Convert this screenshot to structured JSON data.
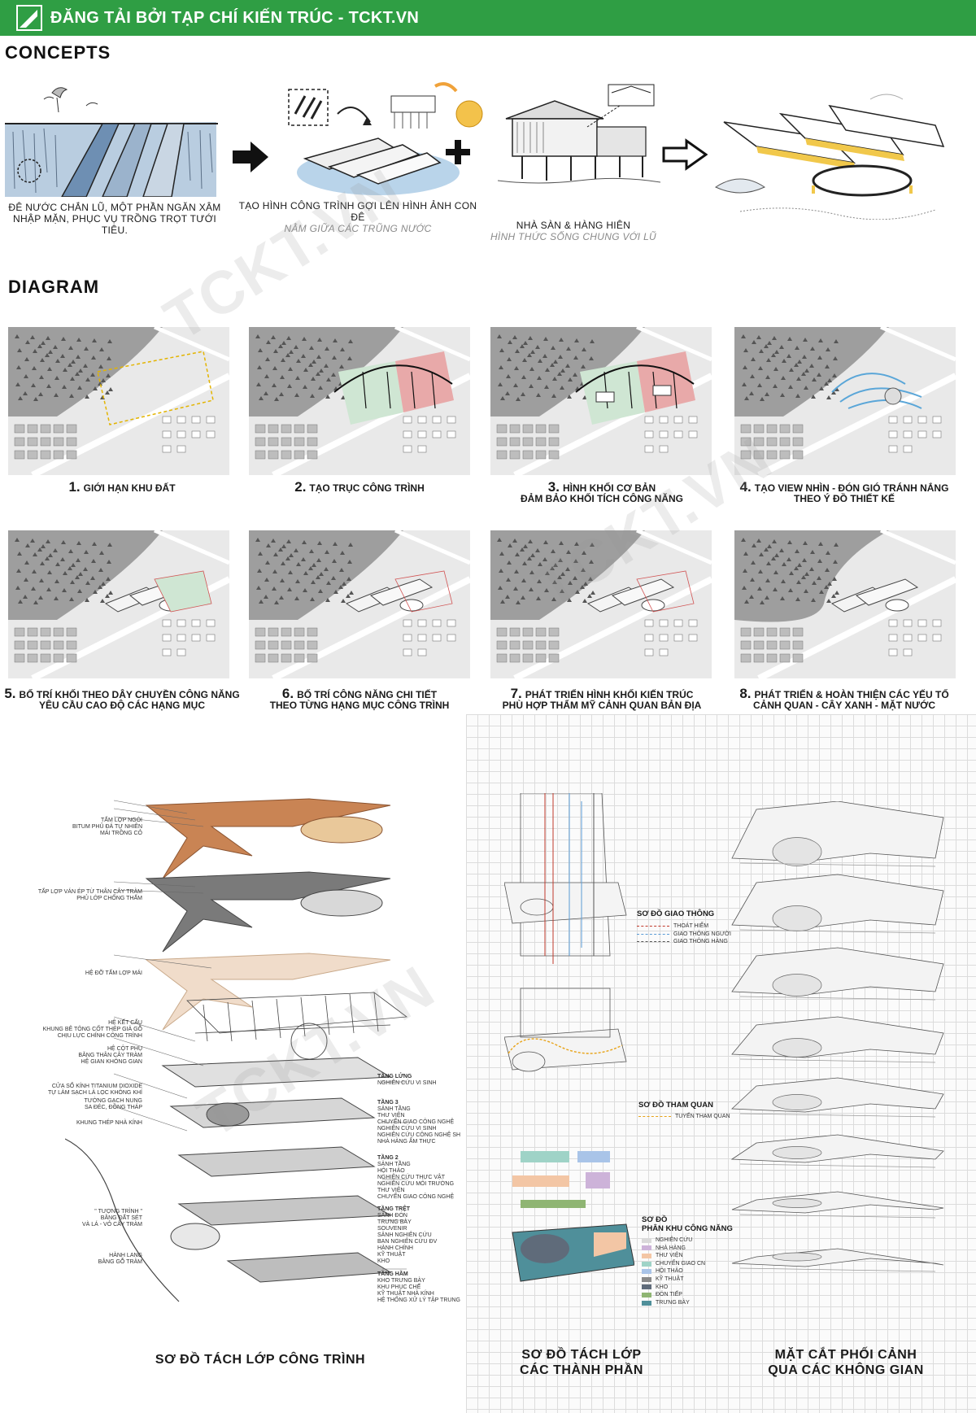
{
  "banner": {
    "title": "ĐĂNG TẢI BỞI TẠP CHÍ KIẾN TRÚC - TCKT.VN",
    "color": "#2f9e44"
  },
  "watermark": "TCKT.VN",
  "concepts": {
    "title": "CONCEPTS",
    "items": [
      {
        "text": "ĐÊ NƯỚC CHẮN LŨ, MỘT PHẦN NGĂN XÂM NHẬP MẶN, PHỤC VỤ TRỒNG TRỌT TƯỚI TIÊU.",
        "sub": ""
      },
      {
        "text": "TẠO HÌNH CÔNG TRÌNH GỢI LÊN HÌNH ẢNH CON ĐÊ",
        "sub": "NẰM GIỮA CÁC TRŨNG NƯỚC"
      },
      {
        "text": "NHÀ SÀN & HÀNG HIÊN",
        "sub": "HÌNH THỨC SỐNG CHUNG VỚI LŨ"
      }
    ]
  },
  "diagram": {
    "title": "DIAGRAM",
    "steps": [
      {
        "num": "1.",
        "line1": "GIỚI HẠN KHU ĐẤT",
        "line2": ""
      },
      {
        "num": "2.",
        "line1": "TẠO TRỤC CÔNG TRÌNH",
        "line2": ""
      },
      {
        "num": "3.",
        "line1": "HÌNH KHỐI CƠ BẢN",
        "line2": "ĐẢM BẢO KHỐI TÍCH CÔNG NĂNG"
      },
      {
        "num": "4.",
        "line1": "TẠO VIEW NHÌN - ĐÓN GIÓ TRÁNH NẮNG",
        "line2": "THEO Ý ĐỒ THIẾT KẾ"
      },
      {
        "num": "5.",
        "line1": "BỐ TRÍ KHỐI THEO DÂY CHUYỀN CÔNG NĂNG",
        "line2": "YÊU CẦU CAO ĐỘ CÁC HẠNG MỤC"
      },
      {
        "num": "6.",
        "line1": "BỐ TRÍ CÔNG NĂNG CHI TIẾT",
        "line2": "THEO TỪNG HẠNG MỤC CÔNG TRÌNH"
      },
      {
        "num": "7.",
        "line1": "PHÁT TRIỂN HÌNH KHỐI KIẾN TRÚC",
        "line2": "PHÙ HỢP THẨM MỸ CẢNH QUAN BẢN ĐỊA"
      },
      {
        "num": "8.",
        "line1": "PHÁT TRIỂN & HOÀN THIỆN CÁC YẾU TỐ",
        "line2": "CẢNH QUAN - CÂY XANH - MẶT NƯỚC"
      }
    ]
  },
  "layers": {
    "title": "SƠ ĐỒ TÁCH LỚP CÔNG TRÌNH",
    "left_labels": [
      "TẤM LỢP NGÓI",
      "BITUM PHỦ ĐÁ TỰ NHIÊN",
      "MÁI TRỒNG CỎ",
      "TẤP LỢP VÁN ÉP TỪ THÂN CÂY TRÀM",
      "PHỦ LỚP CHỐNG THẤM",
      "HỆ ĐỠ TẤM LỢP MÁI",
      "HỆ KẾT CẤU",
      "KHUNG BÊ TÔNG CỐT THÉP GIẢ GỖ",
      "CHỊU LỰC CHÍNH CÔNG TRÌNH",
      "HỆ CỘT PHỤ",
      "BẰNG THÂN CÂY TRÀM",
      "HỆ GIAN KHÔNG GIAN",
      "CỬA SỔ KÍNH TITANIUM DIOXIDE",
      "TỰ LÀM SẠCH LÀ LỌC KHÔNG KHÍ",
      "TƯỜNG GẠCH NUNG",
      "SA ĐÉC, ĐỒNG THÁP",
      "KHUNG THÉP NHÀ KÍNH",
      "\" TƯỢNG TRÌNH \"",
      "BẰNG ĐẤT SÉT",
      "VÀ LÁ - VỎ CÂY TRÀM",
      "HÀNH LANG",
      "BẰNG GỖ TRÀM"
    ],
    "floors": [
      {
        "name": "TẦNG LỬNG",
        "items": [
          "NGHIÊN CỨU VI SINH"
        ]
      },
      {
        "name": "TẦNG 3",
        "items": [
          "SẢNH TẦNG",
          "THƯ VIỆN",
          "CHUYỂN GIAO CÔNG NGHỆ",
          "NGHIÊN CỨU VI SINH",
          "NGHIÊN CỨU CÔNG NGHỆ SH",
          "NHÀ HÀNG ẨM THỰC"
        ]
      },
      {
        "name": "TẦNG 2",
        "items": [
          "SẢNH TẦNG",
          "HỘI THẢO",
          "NGHIÊN CỨU THỰC VẬT",
          "NGHIÊN CỨU MÔI TRƯỜNG",
          "THƯ VIỆN",
          "CHUYỂN GIAO CÔNG NGHỆ"
        ]
      },
      {
        "name": "TẦNG TRỆT",
        "items": [
          "SẢNH ĐÓN",
          "TRƯNG BÀY",
          "SOUVENIR",
          "SẢNH NGHIÊN CỨU",
          "BAN NGHIÊN CỨU ĐV",
          "HÀNH CHÍNH",
          "KỸ THUẬT",
          "KHO"
        ]
      },
      {
        "name": "TẦNG HẦM",
        "items": [
          "KHO TRƯNG BÀY",
          "KHU PHỤC CHẾ",
          "KỸ THUẬT NHÀ KÍNH",
          "HỆ THỐNG XỬ LÝ TẬP TRUNG"
        ]
      }
    ]
  },
  "components": {
    "title_line1": "SƠ ĐỒ TÁCH LỚP",
    "title_line2": "CÁC THÀNH PHẦN",
    "traffic": {
      "title": "SƠ ĐỒ GIAO THÔNG",
      "items": [
        {
          "label": "THOÁT HIỂM",
          "color": "#c0392b"
        },
        {
          "label": "GIAO THÔNG NGƯỜI",
          "color": "#5a9bd5"
        },
        {
          "label": "GIAO THÔNG HÀNG",
          "color": "#555555"
        }
      ]
    },
    "tour": {
      "title": "SƠ ĐỒ THAM QUAN",
      "items": [
        {
          "label": "TUYẾN THAM QUAN",
          "color": "#e8a317"
        }
      ]
    },
    "zones": {
      "title_line1": "SƠ ĐỒ",
      "title_line2": "PHÂN KHU CÔNG NĂNG",
      "items": [
        {
          "label": "NGHIÊN CỨU",
          "color": "#d9d9d9"
        },
        {
          "label": "NHÀ HÀNG",
          "color": "#cdb3d9"
        },
        {
          "label": "THƯ VIỆN",
          "color": "#f3c6a5"
        },
        {
          "label": "CHUYỂN GIAO CN",
          "color": "#9fd3c7"
        },
        {
          "label": "HỘI THẢO",
          "color": "#a9c4e8"
        },
        {
          "label": "KỸ THUẬT",
          "color": "#8a8a8a"
        },
        {
          "label": "KHO",
          "color": "#5f6b7a"
        },
        {
          "label": "ĐÓN TIẾP",
          "color": "#8fb573"
        },
        {
          "label": "TRƯNG BÀY",
          "color": "#4f8f9a"
        }
      ]
    }
  },
  "sections": {
    "title_line1": "MẶT CẮT PHỐI CẢNH",
    "title_line2": "QUA CÁC KHÔNG GIAN"
  }
}
